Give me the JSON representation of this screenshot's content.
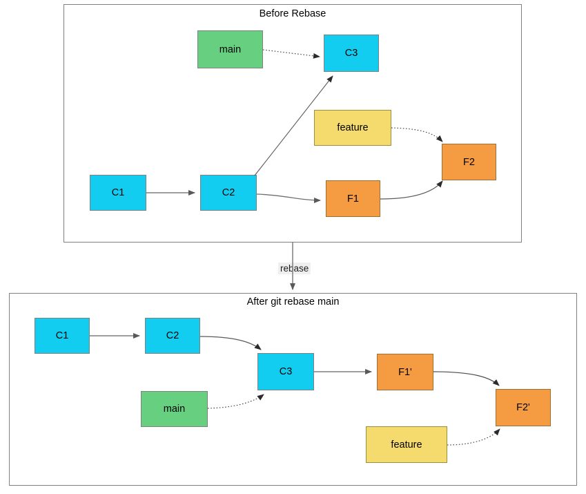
{
  "diagram": {
    "title_before": "Before Rebase",
    "title_after": "After git rebase main",
    "transition_label": "rebase",
    "colors": {
      "commit": "#12cdf0",
      "branch_main": "#67d080",
      "branch_feature": "#f5db6d",
      "rebased": "#f59b42",
      "border": "#808080",
      "edge": "#707070",
      "panel_border": "#808080",
      "label_background": "#efefef"
    },
    "panels": [
      {
        "id": "before",
        "title": "Before Rebase",
        "nodes": [
          {
            "id": "b-main",
            "label": "main",
            "kind": "branch-main"
          },
          {
            "id": "b-c3",
            "label": "C3",
            "kind": "commit"
          },
          {
            "id": "b-feature",
            "label": "feature",
            "kind": "branch-feature"
          },
          {
            "id": "b-f2",
            "label": "F2",
            "kind": "rebased"
          },
          {
            "id": "b-c1",
            "label": "C1",
            "kind": "commit"
          },
          {
            "id": "b-c2",
            "label": "C2",
            "kind": "commit"
          },
          {
            "id": "b-f1",
            "label": "F1",
            "kind": "rebased"
          }
        ],
        "edges": [
          {
            "from": "b-main",
            "to": "b-c3",
            "style": "dotted"
          },
          {
            "from": "b-c2",
            "to": "b-c3",
            "style": "solid"
          },
          {
            "from": "b-feature",
            "to": "b-f2",
            "style": "dotted"
          },
          {
            "from": "b-c1",
            "to": "b-c2",
            "style": "solid"
          },
          {
            "from": "b-c2",
            "to": "b-f1",
            "style": "solid"
          },
          {
            "from": "b-f1",
            "to": "b-f2",
            "style": "solid"
          }
        ]
      },
      {
        "id": "after",
        "title": "After git rebase main",
        "nodes": [
          {
            "id": "a-c1",
            "label": "C1",
            "kind": "commit"
          },
          {
            "id": "a-c2",
            "label": "C2",
            "kind": "commit"
          },
          {
            "id": "a-c3",
            "label": "C3",
            "kind": "commit"
          },
          {
            "id": "a-main",
            "label": "main",
            "kind": "branch-main"
          },
          {
            "id": "a-f1p",
            "label": "F1'",
            "kind": "rebased"
          },
          {
            "id": "a-f2p",
            "label": "F2'",
            "kind": "rebased"
          },
          {
            "id": "a-feature",
            "label": "feature",
            "kind": "branch-feature"
          }
        ],
        "edges": [
          {
            "from": "a-c1",
            "to": "a-c2",
            "style": "solid"
          },
          {
            "from": "a-c2",
            "to": "a-c3",
            "style": "solid"
          },
          {
            "from": "a-main",
            "to": "a-c3",
            "style": "dotted"
          },
          {
            "from": "a-c3",
            "to": "a-f1p",
            "style": "solid"
          },
          {
            "from": "a-f1p",
            "to": "a-f2p",
            "style": "solid"
          },
          {
            "from": "a-feature",
            "to": "a-f2p",
            "style": "dotted"
          }
        ]
      }
    ]
  }
}
